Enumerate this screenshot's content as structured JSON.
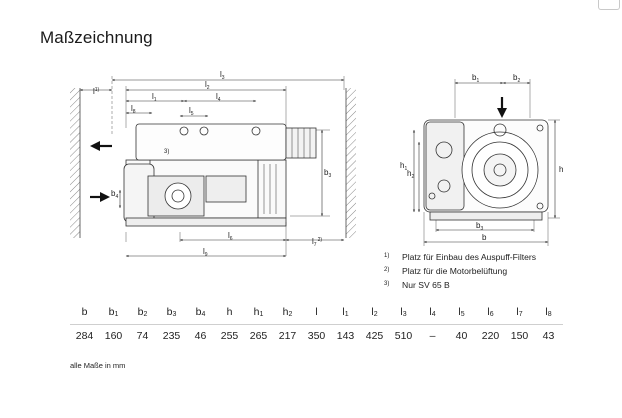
{
  "page": {
    "title": "Maßzeichnung",
    "corner_badge": ""
  },
  "drawing_labels": {
    "l_1_fn": "l",
    "fn_1": "1)",
    "l3": "l",
    "l3_sub": "3",
    "l2": "l",
    "l2_sub": "2",
    "l1": "l",
    "l1_sub": "1",
    "l4": "l",
    "l4_sub": "4",
    "l8": "l",
    "l8_sub": "8",
    "l5": "l",
    "l5_sub": "5",
    "fn3": "3)",
    "b4": "b",
    "b4_sub": "4",
    "b3_side": "b",
    "b3_side_sub": "3",
    "l6": "l",
    "l6_sub": "6",
    "l7": "l",
    "l7_sub": "7",
    "fn_2": "2)",
    "l9": "l",
    "l9_sub": "9",
    "b1": "b",
    "b1_sub": "1",
    "b2": "b",
    "b2_sub": "2",
    "h1": "h",
    "h1_sub": "1",
    "h2": "h",
    "h2_sub": "2",
    "h": "h",
    "b3_front": "b",
    "b3_front_sub": "3",
    "b": "b"
  },
  "footnotes": [
    {
      "mark": "1)",
      "text": "Platz für Einbau des Auspuff-Filters"
    },
    {
      "mark": "2)",
      "text": "Platz für die Motorbelüftung"
    },
    {
      "mark": "3)",
      "text": "Nur SV 65 B"
    }
  ],
  "dimensions_table": {
    "headers": [
      {
        "symbol": "b",
        "sub": ""
      },
      {
        "symbol": "b",
        "sub": "1"
      },
      {
        "symbol": "b",
        "sub": "2"
      },
      {
        "symbol": "b",
        "sub": "3"
      },
      {
        "symbol": "b",
        "sub": "4"
      },
      {
        "symbol": "h",
        "sub": ""
      },
      {
        "symbol": "h",
        "sub": "1"
      },
      {
        "symbol": "h",
        "sub": "2"
      },
      {
        "symbol": "l",
        "sub": ""
      },
      {
        "symbol": "l",
        "sub": "1"
      },
      {
        "symbol": "l",
        "sub": "2"
      },
      {
        "symbol": "l",
        "sub": "3"
      },
      {
        "symbol": "l",
        "sub": "4"
      },
      {
        "symbol": "l",
        "sub": "5"
      },
      {
        "symbol": "l",
        "sub": "6"
      },
      {
        "symbol": "l",
        "sub": "7"
      },
      {
        "symbol": "l",
        "sub": "8"
      }
    ],
    "values": [
      "284",
      "160",
      "74",
      "235",
      "46",
      "255",
      "265",
      "217",
      "350",
      "143",
      "425",
      "510",
      "–",
      "40",
      "220",
      "150",
      "43"
    ]
  },
  "units_note": "alle Maße in mm"
}
